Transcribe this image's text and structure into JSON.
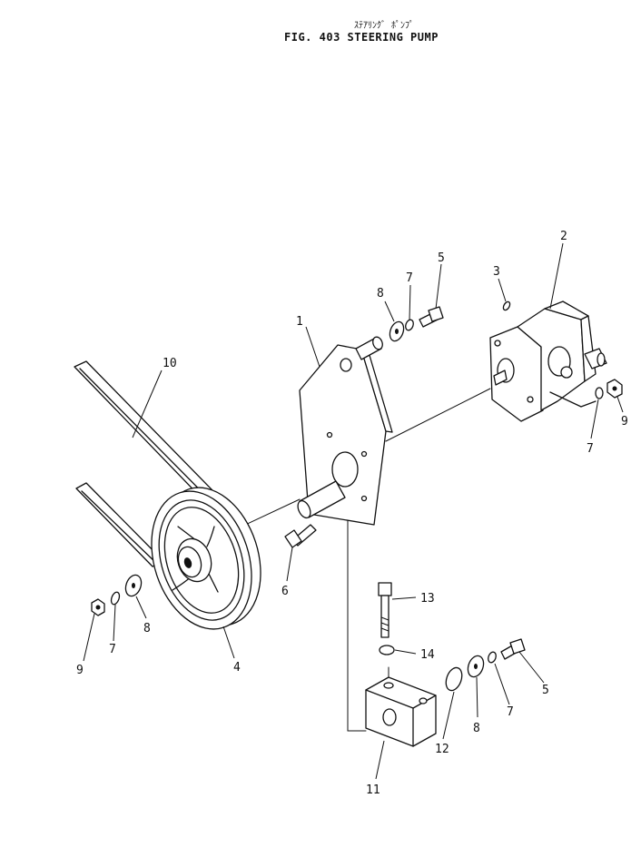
{
  "header": {
    "japanese_title": "ｽﾃｱﾘﾝｸﾞ ﾎﾟﾝﾌﾟ",
    "figure_title": "FIG. 403  STEERING PUMP"
  },
  "callouts": {
    "c1": "1",
    "c2": "2",
    "c3": "3",
    "c4": "4",
    "c5a": "5",
    "c5b": "5",
    "c6": "6",
    "c7a": "7",
    "c7b": "7",
    "c7c": "7",
    "c7d": "7",
    "c8a": "8",
    "c8b": "8",
    "c8c": "8",
    "c9a": "9",
    "c9b": "9",
    "c10": "10",
    "c11": "11",
    "c12": "12",
    "c13": "13",
    "c14": "14"
  },
  "parts": [
    {
      "id": "1",
      "part": "bracket"
    },
    {
      "id": "2",
      "part": "steering pump"
    },
    {
      "id": "3",
      "part": "key"
    },
    {
      "id": "4",
      "part": "pulley"
    },
    {
      "id": "5",
      "part": "bolt"
    },
    {
      "id": "6",
      "part": "bolt"
    },
    {
      "id": "7",
      "part": "lock washer"
    },
    {
      "id": "8",
      "part": "washer"
    },
    {
      "id": "9",
      "part": "nut"
    },
    {
      "id": "10",
      "part": "v-belt"
    },
    {
      "id": "11",
      "part": "block"
    },
    {
      "id": "12",
      "part": "o-ring"
    },
    {
      "id": "13",
      "part": "bolt"
    },
    {
      "id": "14",
      "part": "snap ring"
    }
  ]
}
